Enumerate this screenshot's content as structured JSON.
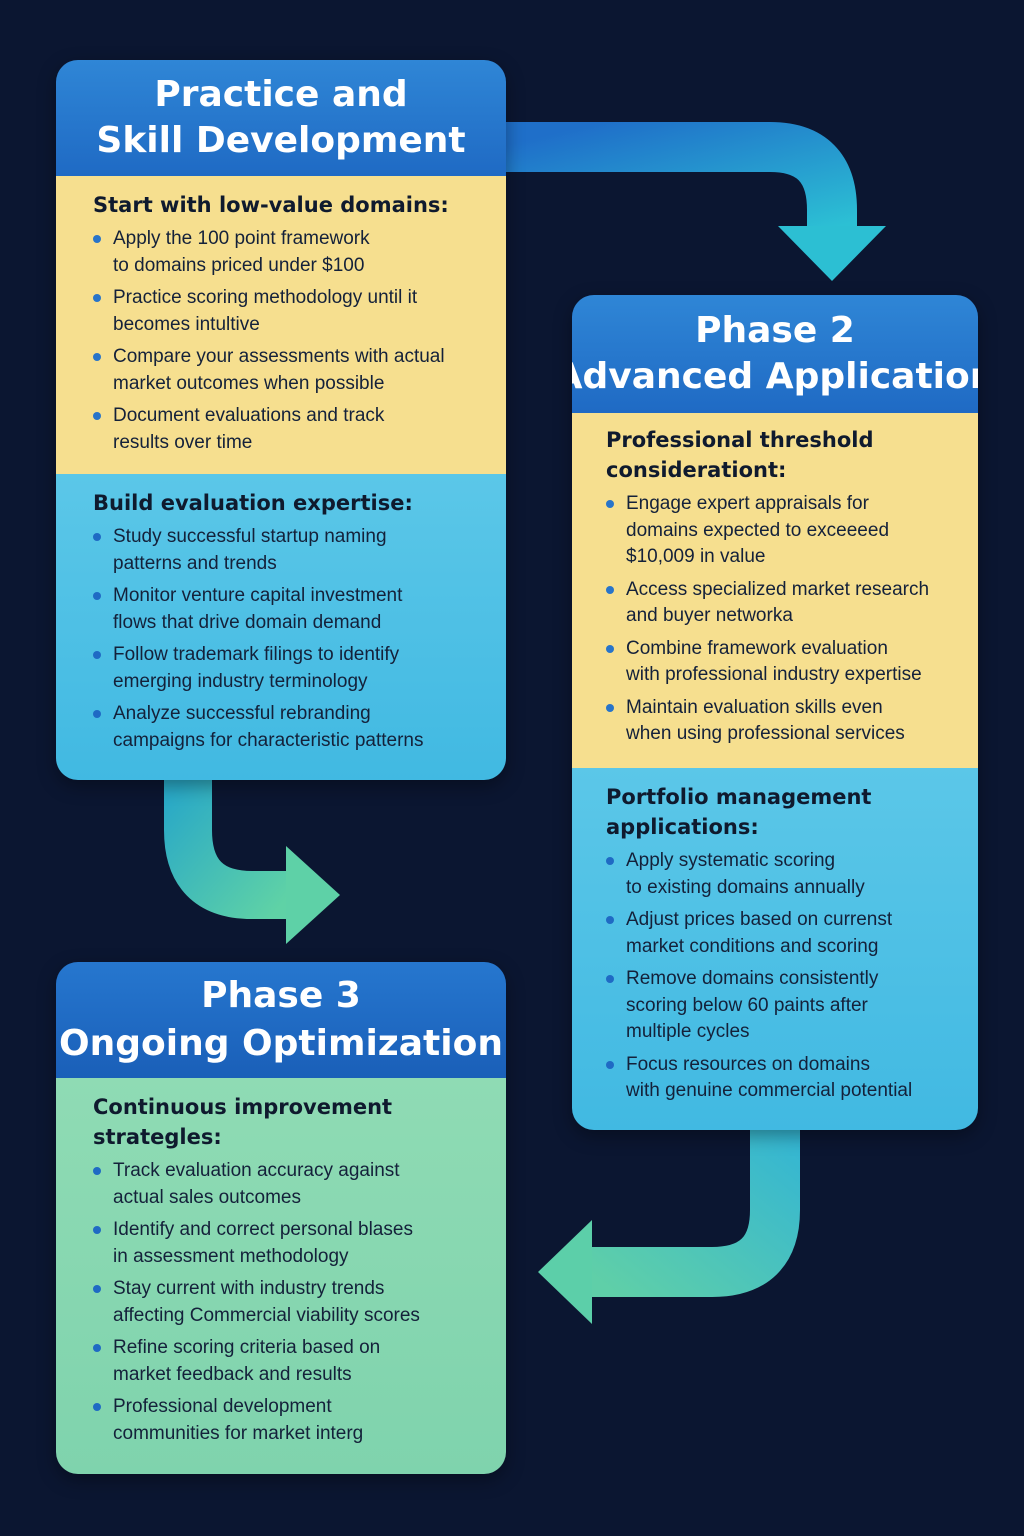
{
  "colors": {
    "background": "#0b1631",
    "header_blue": "#1f6ac4",
    "yellow_section": "#f6df8f",
    "blue_section": "#4dbfe5",
    "green_section": "#86d7b0",
    "arrow_teal": "#2bb8cf",
    "arrow_green": "#5fcfa8"
  },
  "phase1": {
    "title_line1": "Practice and",
    "title_line2": "Skill Development",
    "section1": {
      "heading": "Start with low-value domains:",
      "items": [
        [
          "Apply the 100 point framework",
          "to domains priced under $100"
        ],
        [
          "Practice scoring methodology until it",
          "becomes intultive"
        ],
        [
          "Compare your assessments with actual",
          "market outcomes when possible"
        ],
        [
          "Document evaluations and track",
          "results over time"
        ]
      ]
    },
    "section2": {
      "heading": "Build evaluation expertise:",
      "items": [
        [
          "Study successful startup naming",
          "patterns and trends"
        ],
        [
          "Monitor venture capital investment",
          "flows that drive domain demand"
        ],
        [
          "Follow trademark filings to identify",
          "emerging industry terminology"
        ],
        [
          "Analyze successful rebranding",
          "campaigns for characteristic patterns"
        ]
      ]
    }
  },
  "phase2": {
    "title_line1": "Phase 2",
    "title_line2": "Advanced Application",
    "section1": {
      "heading_line1": "Professional threshold",
      "heading_line2": "considerationt:",
      "items": [
        [
          "Engage expert appraisals for",
          "domains expected to exceeeed",
          "$10,009 in value"
        ],
        [
          "Access specialized market research",
          "and buyer networka"
        ],
        [
          "Combine framework evaluation",
          "with professional industry expertise"
        ],
        [
          "Maintain evaluation skills even",
          "when using professional services"
        ]
      ]
    },
    "section2": {
      "heading_line1": "Portfolio management",
      "heading_line2": "applications:",
      "items": [
        [
          "Apply systematic scoring",
          "to existing domains annually"
        ],
        [
          "Adjust prices based on currenst",
          "market conditions and scoring"
        ],
        [
          "Remove domains consistently",
          "scoring below 60 paints after",
          "multiple cycles"
        ],
        [
          "Focus resources on domains",
          "with genuine commercial potential"
        ]
      ]
    }
  },
  "phase3": {
    "title_line1": "Phase 3",
    "title_line2": "Ongoing Optimization",
    "section1": {
      "heading_line1": "Continuous improvement",
      "heading_line2": "strategles:",
      "items": [
        [
          "Track evaluation accuracy against",
          "actual sales outcomes"
        ],
        [
          "Identify and correct personal blases",
          "in assessment methodology"
        ],
        [
          "Stay current with industry trends",
          "affecting Commercial viability scores"
        ],
        [
          "Refine scoring criteria based on",
          "market feedback and results"
        ],
        [
          "Professional development",
          "communities for market interg"
        ]
      ]
    }
  }
}
